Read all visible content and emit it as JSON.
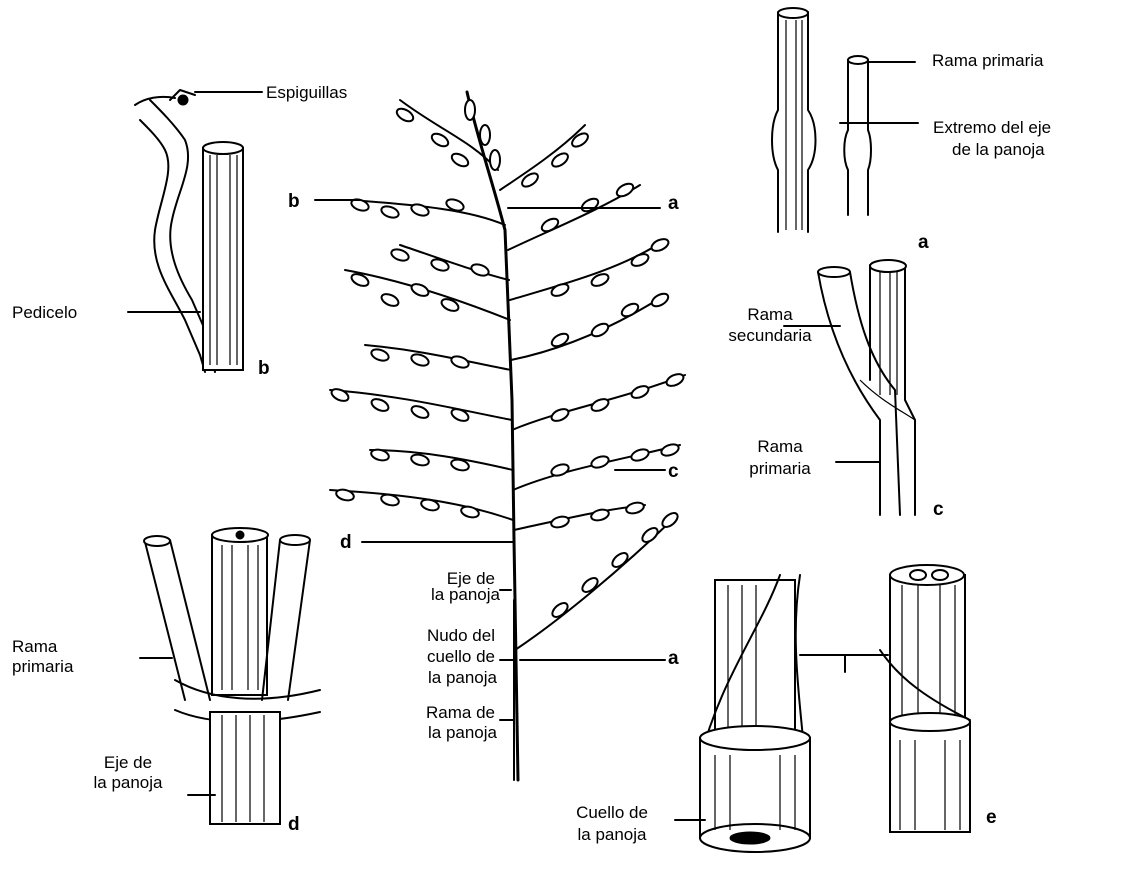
{
  "labels": {
    "espiguillas": "Espiguillas",
    "pedicelo": "Pedicelo",
    "rama_primaria_a": "Rama primaria",
    "extremo_1": "Extremo del eje",
    "extremo_2": "de la panoja",
    "rama_secundaria_1": "Rama",
    "rama_secundaria_2": "secundaria",
    "rama_primaria_c_1": "Rama",
    "rama_primaria_c_2": "primaria",
    "rama_primaria_d_1": "Rama",
    "rama_primaria_d_2": "primaria",
    "eje_d_1": "Eje de",
    "eje_d_2": "la panoja",
    "eje_main_1": "Eje de",
    "eje_main_2": "la panoja",
    "nudo_1": "Nudo del",
    "nudo_2": "cuello de",
    "nudo_3": "la panoja",
    "rama_panoja_1": "Rama de",
    "rama_panoja_2": "la panoja",
    "cuello_1": "Cuello de",
    "cuello_2": "la panoja"
  },
  "letters": {
    "a_top": "a",
    "a_detail": "a",
    "a_bottom": "a",
    "b_main": "b",
    "b_detail": "b",
    "c_main": "c",
    "c_detail": "c",
    "d_main": "d",
    "d_detail": "d",
    "e_detail": "e"
  }
}
